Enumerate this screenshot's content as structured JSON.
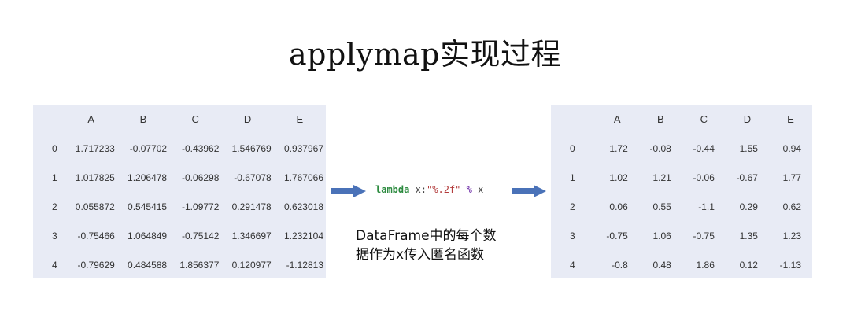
{
  "title": "applymap实现过程",
  "columns": [
    "",
    "A",
    "B",
    "C",
    "D",
    "E"
  ],
  "left_table": {
    "rows": [
      [
        "0",
        "1.717233",
        "-0.07702",
        "-0.43962",
        "1.546769",
        "0.937967"
      ],
      [
        "1",
        "1.017825",
        "1.206478",
        "-0.06298",
        "-0.67078",
        "1.767066"
      ],
      [
        "2",
        "0.055872",
        "0.545415",
        "-1.09772",
        "0.291478",
        "0.623018"
      ],
      [
        "3",
        "-0.75466",
        "1.064849",
        "-0.75142",
        "1.346697",
        "1.232104"
      ],
      [
        "4",
        "-0.79629",
        "0.484588",
        "1.856377",
        "0.120977",
        "-1.12813"
      ]
    ]
  },
  "right_table": {
    "rows": [
      [
        "0",
        "1.72",
        "-0.08",
        "-0.44",
        "1.55",
        "0.94"
      ],
      [
        "1",
        "1.02",
        "1.21",
        "-0.06",
        "-0.67",
        "1.77"
      ],
      [
        "2",
        "0.06",
        "0.55",
        "-1.1",
        "0.29",
        "0.62"
      ],
      [
        "3",
        "-0.75",
        "1.06",
        "-0.75",
        "1.35",
        "1.23"
      ],
      [
        "4",
        "-0.8",
        "0.48",
        "1.86",
        "0.12",
        "-1.13"
      ]
    ]
  },
  "lambda_expr": {
    "keyword": "lambda",
    "param": " x:",
    "format_string": "\"%.2f\"",
    "operator": " %",
    "arg": " x"
  },
  "description": {
    "line1": "DataFrame中的每个数",
    "line2": "据作为x传入匿名函数"
  },
  "colors": {
    "table_bg": "#e8ebf5",
    "arrow": "#4a72b8",
    "keyword": "#2b8a3e",
    "string": "#b23a3a",
    "operator": "#7b3fb0"
  },
  "icons": {
    "arrow_in": "right-arrow-icon",
    "arrow_out": "right-arrow-icon"
  }
}
